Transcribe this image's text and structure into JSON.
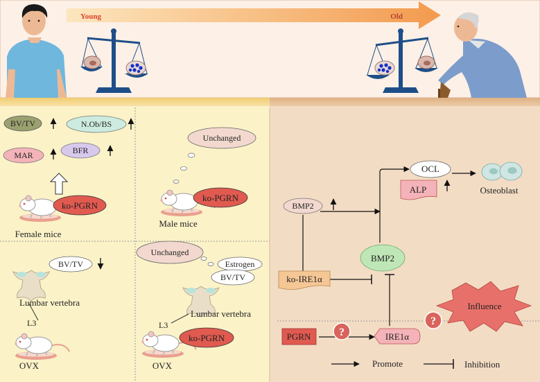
{
  "header": {
    "arrow_start": "Young",
    "arrow_end": "Old"
  },
  "panel_female": {
    "bvtv": "BV/TV",
    "nob": "N.Ob/BS",
    "mar": "MAR",
    "bfr": "BFR",
    "ko": "ko-PGRN",
    "caption": "Female mice"
  },
  "panel_male": {
    "bubble": "Unchanged",
    "ko": "ko-PGRN",
    "caption": "Male mice"
  },
  "panel_ovx": {
    "bvtv": "BV/TV",
    "vertebra": "Lumbar vertebra",
    "level": "L3",
    "caption": "OVX"
  },
  "panel_ovx_ko": {
    "bubble": "Unchanged",
    "estrogen": "Estrogen",
    "bvtv": "BV/TV",
    "vertebra": "Lumbar vertebra",
    "level": "L3",
    "ko": "ko-PGRN",
    "caption": "OVX"
  },
  "pathway": {
    "ocl": "OCL",
    "alp": "ALP",
    "osteoblast": "Osteoblast",
    "bmp2_top": "BMP2",
    "bmp2_mid": "BMP2",
    "ko_ire": "ko-IRE1α",
    "influence": "Influence",
    "pgrn": "PGRN",
    "ire": "IRE1α",
    "question": "?",
    "promote": "Promote",
    "inhibition": "Inhibition"
  },
  "colors": {
    "header_bg": "#FCF0E7",
    "left_bg": "#FBF2C8",
    "right_bg": "#F3DCC4",
    "divider_left": "#F1D27C",
    "divider_right": "#E2B78D",
    "ko_red": "#E05A50",
    "arrow_orange": "#F59A4E",
    "influence_red": "#E8706A",
    "question_red": "#D9645C",
    "bmp2_green": "#BFE6B6",
    "olive": "#9BA06F",
    "mint": "#CDEBDF",
    "pink": "#F3B3B8",
    "lavender": "#D7C9EC",
    "tan": "#F5C795",
    "scale_blue": "#1E4E88"
  }
}
